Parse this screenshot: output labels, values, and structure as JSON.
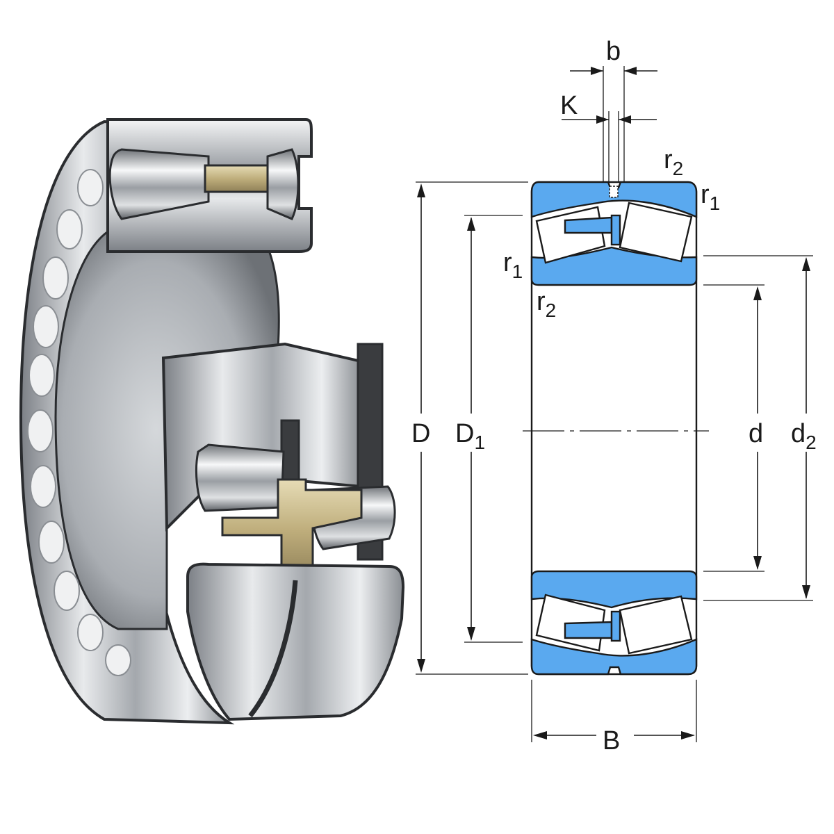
{
  "diagram": {
    "labels": {
      "b": "b",
      "K": "K",
      "r2_top": {
        "base": "r",
        "sub": "2"
      },
      "r1_top": {
        "base": "r",
        "sub": "1"
      },
      "r1_left": {
        "base": "r",
        "sub": "1"
      },
      "r2_left": {
        "base": "r",
        "sub": "2"
      },
      "D": "D",
      "D1": {
        "base": "D",
        "sub": "1"
      },
      "d": "d",
      "d2": {
        "base": "d",
        "sub": "2"
      },
      "B": "B"
    },
    "colors": {
      "ring_fill": "#5aa9ef",
      "line": "#1a1a1a",
      "cage_brass": "#c9b98a",
      "steel": "#b9bcc0"
    },
    "illustration": {
      "subject": "spherical roller bearing cutaway"
    }
  }
}
